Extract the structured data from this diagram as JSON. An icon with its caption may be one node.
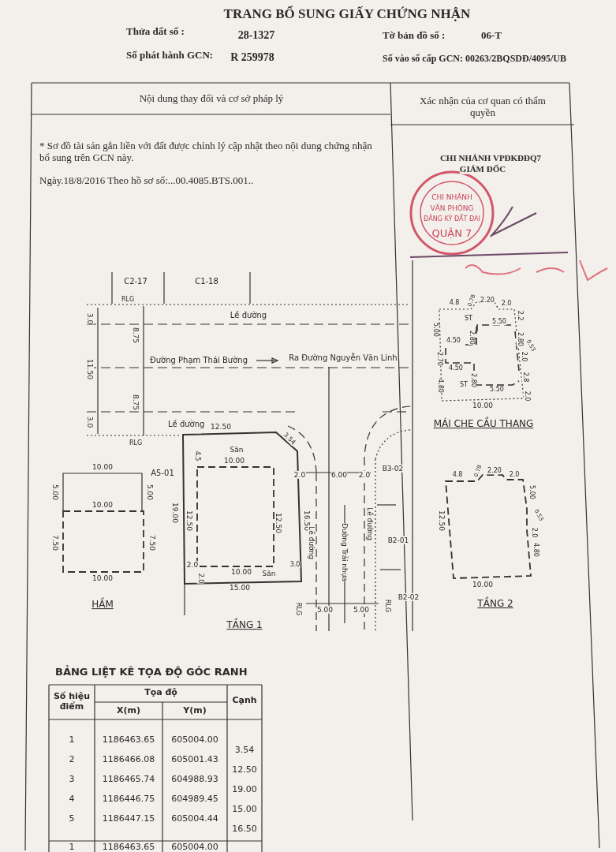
{
  "diagram": {
    "title": "TRANG BỔ SUNG GIẤY CHỨNG NHẬN",
    "labels": [
      "Thửa đất số :",
      "28-1327",
      "Tờ bản đồ số :",
      "06-T",
      "Số phát hành GCN:",
      "R 259978",
      "Số vào sổ cấp GCN: 00263/2BQSDĐ/4095/UB",
      "Nội dung thay đổi và cơ sở pháp lý",
      "Xác nhận của cơ quan có thẩm quyền",
      "* Sơ đồ tài sản gắn liền với đất được chỉnh lý cập nhật theo nội dung chứng nhận bổ sung trên GCN này.",
      "Ngày.18/8/2016 Theo hồ sơ số:...00.4085.BTS.001..",
      "CHI NHÁNH VPĐKĐĐQ7",
      "GIÁM ĐỐC",
      "CHI NHÁNH",
      "VĂN PHÒNG",
      "ĐĂNG KÝ ĐẤT ĐAI",
      "QUẬN 7",
      "C2-17",
      "C1-18",
      "RLG",
      "3.0",
      "Lề đường",
      "8.75",
      "11.50",
      "Đường Phạm Thái Bường",
      "Ra Đường Nguyễn Văn Linh",
      "8.75",
      "3.0",
      "Lề đường",
      "RLG",
      "12.50",
      "3.54",
      "Sân",
      "4.5",
      "10.00",
      "A5-01",
      "10.00",
      "5.00",
      "5.00",
      "10.00",
      "7.50",
      "7.50",
      "10.00",
      "HẦM",
      "19.00",
      "12.50",
      "12.50",
      "16.50",
      "2.0",
      "6.00",
      "2.0",
      "B3-02",
      "Lề đường",
      "Đường Trải nhựa",
      "Lề đường",
      "B2-01",
      "2.0",
      "2.0",
      "10.00",
      "Sân",
      "3.0",
      "15.00",
      "RLG",
      "5.00",
      "5.00",
      "RLG",
      "B2-02",
      "TẦNG 1",
      "4.8",
      "0.78",
      "2.20",
      "2.0",
      "ST",
      "5.50",
      "2.2",
      "5.00",
      "2.80",
      "2.80",
      "0.53",
      "4.50",
      "2.0",
      "2.70",
      "4.50",
      "2.80",
      "2.8",
      "ST",
      "5.50",
      "4.80",
      "2.0",
      "10.00",
      "MÁI CHE CẦU THANG",
      "4.8",
      "0.78",
      "2.20",
      "2.0",
      "12.50",
      "5.00",
      "0.53",
      "2.0",
      "4.80",
      "10.00",
      "TẦNG 2",
      "BẢNG LIỆT KÊ TỌA ĐỘ GÓC RANH",
      "Số hiệu điểm",
      "Tọa độ",
      "Cạnh",
      "X(m)",
      "Y(m)",
      "1",
      "1186463.65",
      "605004.00",
      "3.54",
      "2",
      "1186466.08",
      "605001.43",
      "12.50",
      "3",
      "1186465.74",
      "604988.93",
      "19.00",
      "4",
      "1186446.75",
      "604989.45",
      "15.00",
      "5",
      "1186447.15",
      "605004.44",
      "16.50",
      "1",
      "1186463.65",
      "605004.00"
    ]
  }
}
